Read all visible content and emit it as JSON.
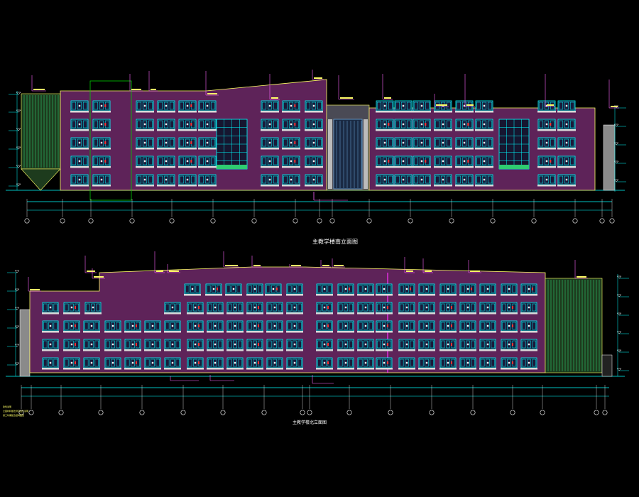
{
  "drawing": {
    "elevation_titles": [
      "主教学楼南立面图",
      "主教学楼北立面图"
    ],
    "notes": [
      "建筑说明",
      "立面材料做法详见设计说明",
      "施工时需配合结构图纸"
    ],
    "colors": {
      "background": "#000000",
      "wall": "#5e2359",
      "wall_outline": "#ffff66",
      "window_frame": "#00ffff",
      "window_pane": "#ffffff",
      "window_mark": "#ff3333",
      "grid": "#00ffff",
      "leader": "#ff66ff",
      "axis_bubble": "#ffffff",
      "stair_green": "#2ecc71",
      "entrance_blue": "#6fa8dc",
      "green_guide": "#00cc00",
      "gray_block": "#8a8a8a"
    },
    "icons": [
      "axis-bubble-icon",
      "elevation-marker-icon",
      "leader-line-icon"
    ]
  }
}
